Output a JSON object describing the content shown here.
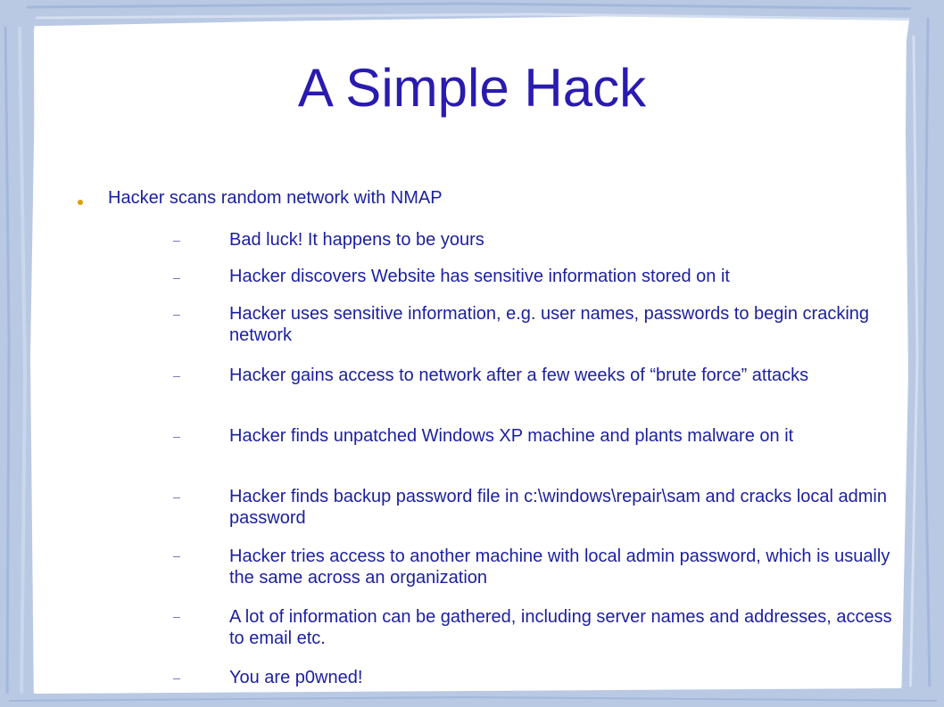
{
  "slide": {
    "title": "A Simple Hack",
    "level1": "Hacker scans random network with NMAP",
    "items": [
      "Bad luck! It happens to be yours",
      "Hacker discovers Website has sensitive information stored on it",
      "Hacker uses sensitive information, e.g. user names, passwords to begin cracking network",
      "Hacker gains access to network after a few weeks of “brute force” attacks",
      "Hacker finds unpatched Windows XP machine and plants malware on it",
      "Hacker finds backup password file in c:\\windows\\repair\\sam and cracks local admin password",
      "Hacker tries access to another machine with local admin password, which is usually the same across an organization",
      "A lot of information can be gathered, including server names and addresses, access to email etc.",
      "You are p0wned!"
    ]
  },
  "colors": {
    "text": "#1b1fa0",
    "title": "#2a1bb0",
    "frame": "#b9c9e4",
    "bullet": "#d9a000"
  }
}
